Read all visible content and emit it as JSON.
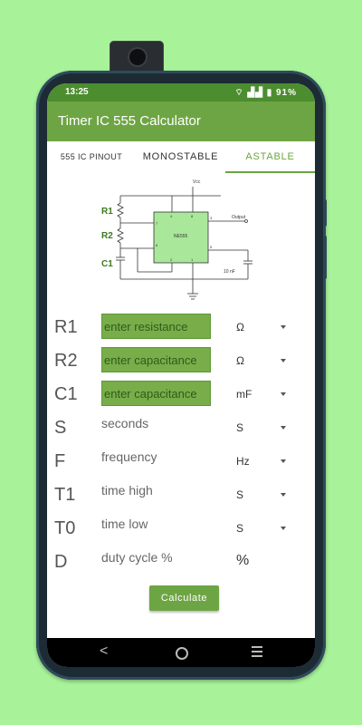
{
  "status": {
    "time": "13:25",
    "battery": "91%"
  },
  "app": {
    "title": "Timer IC 555 Calculator"
  },
  "tabs": [
    {
      "label": "555 IC PINOUT"
    },
    {
      "label": "MONOSTABLE"
    },
    {
      "label": "ASTABLE"
    }
  ],
  "diagram": {
    "chip": "NE555",
    "vcc": "Vcc",
    "output": "Output",
    "r1": "R1",
    "r2": "R2",
    "c1": "C1",
    "cap": "10 nF",
    "pins": [
      "4",
      "8",
      "7",
      "3",
      "6",
      "5",
      "2",
      "1"
    ]
  },
  "rows": [
    {
      "symbol": "R1",
      "placeholder": "enter resistance",
      "unit": "Ω"
    },
    {
      "symbol": "R2",
      "placeholder": "enter capacitance",
      "unit": "Ω"
    },
    {
      "symbol": "C1",
      "placeholder": "enter capacitance",
      "unit": "mF"
    },
    {
      "symbol": "S",
      "text": "seconds",
      "unit": "S"
    },
    {
      "symbol": "F",
      "text": "frequency",
      "unit": "Hz"
    },
    {
      "symbol": "T1",
      "text": "time high",
      "unit": "S"
    },
    {
      "symbol": "T0",
      "text": "time low",
      "unit": "S"
    },
    {
      "symbol": "D",
      "text": "duty cycle %",
      "unit": "%"
    }
  ],
  "calculate_label": "Calculate",
  "colors": {
    "primary": "#6ea544",
    "status": "#4c8d2f",
    "background": "#a8f39a"
  }
}
